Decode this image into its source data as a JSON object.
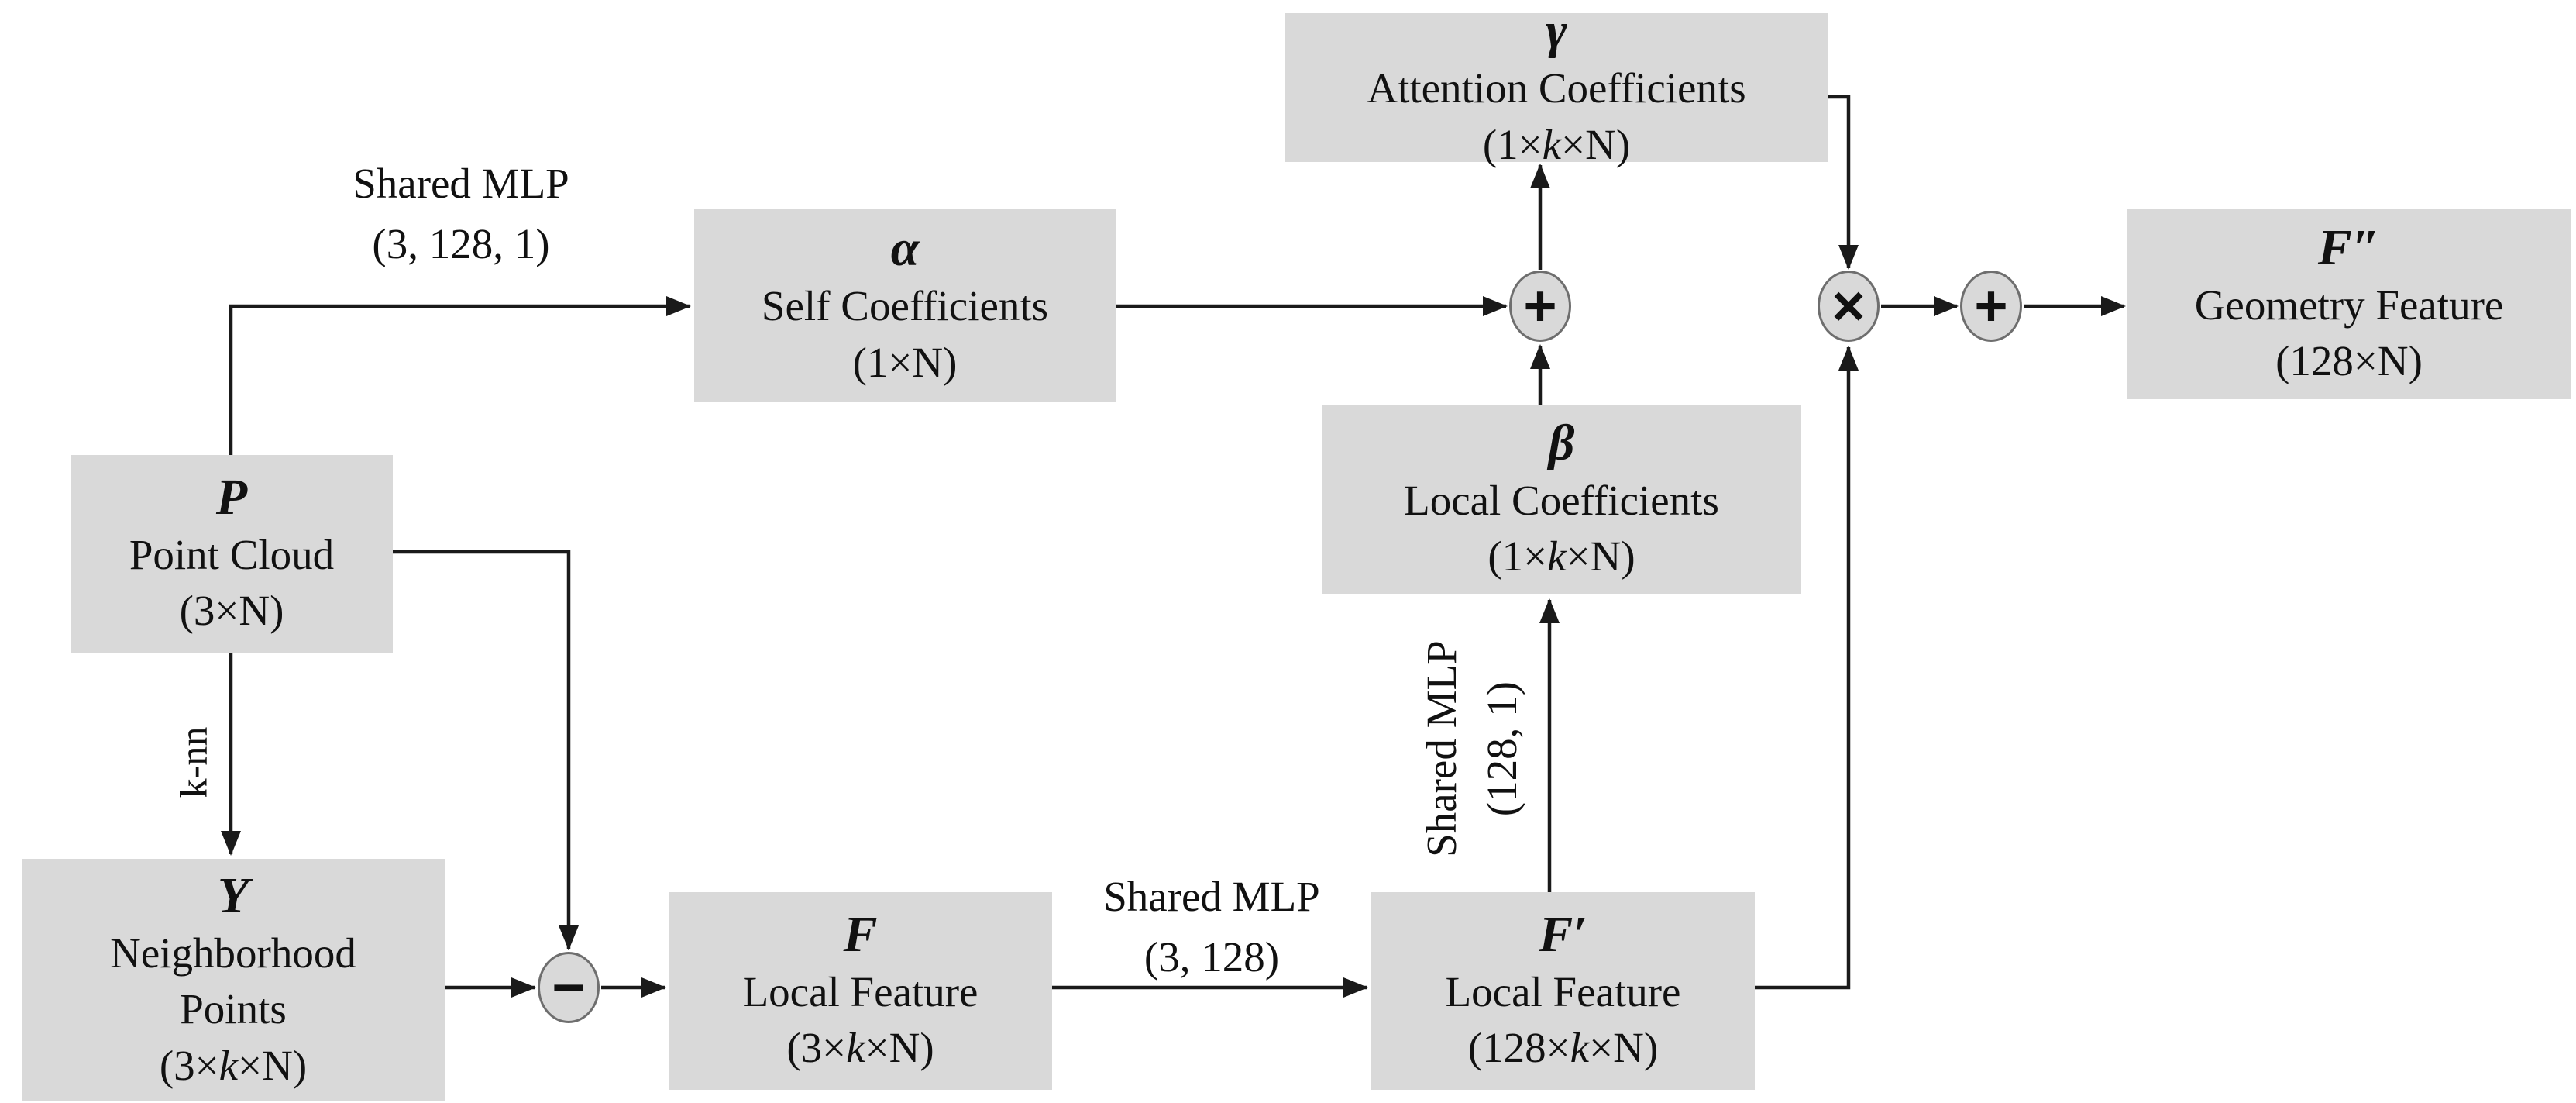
{
  "diagram": {
    "theme": {
      "background": "#ffffff",
      "box_fill": "#d9d9d9",
      "line_color": "#1a1a1a",
      "text_color": "#111111",
      "operator_border": "#6e6e6e"
    },
    "nodes": [
      {
        "id": "point-cloud",
        "symbol": "P",
        "lines": [
          "Point Cloud",
          "(3×N)"
        ]
      },
      {
        "id": "neighborhood-points",
        "symbol": "Y",
        "lines": [
          "Neighborhood",
          "Points",
          "(3×k×N)"
        ]
      },
      {
        "id": "local-feature-f",
        "symbol": "F",
        "lines": [
          "Local Feature",
          "(3×k×N)"
        ]
      },
      {
        "id": "local-feature-f-prime",
        "symbol": "F′",
        "lines": [
          "Local Feature",
          "(128×k×N)"
        ]
      },
      {
        "id": "self-coefficients",
        "symbol": "α",
        "lines": [
          "Self Coefficients",
          "(1×N)"
        ]
      },
      {
        "id": "local-coefficients",
        "symbol": "β",
        "lines": [
          "Local Coefficients",
          "(1×k×N)"
        ]
      },
      {
        "id": "attention-coefficients",
        "symbol": "γ",
        "lines": [
          "Attention Coefficients",
          "(1×k×N)"
        ]
      },
      {
        "id": "geometry-feature",
        "symbol": "F″",
        "lines": [
          "Geometry Feature",
          "(128×N)"
        ]
      }
    ],
    "edge_labels": {
      "shared_mlp_top": [
        "Shared MLP",
        "(3, 128, 1)"
      ],
      "shared_mlp_mid": [
        "Shared MLP",
        "(3, 128)"
      ],
      "shared_mlp_vert": [
        "Shared MLP",
        "(128, 1)"
      ],
      "knn": "k-nn"
    },
    "operators": {
      "subtract": "−",
      "add_coefficients": "+",
      "multiply": "×",
      "add_output": "+"
    }
  }
}
